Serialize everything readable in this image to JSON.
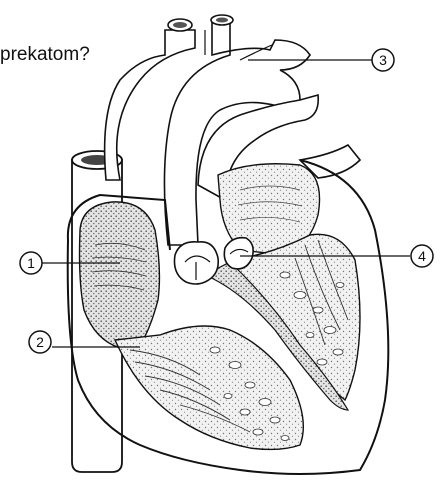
{
  "question": {
    "text": "prekatom?"
  },
  "labels": [
    {
      "number": "1"
    },
    {
      "number": "2"
    },
    {
      "number": "3"
    },
    {
      "number": "4"
    }
  ],
  "colors": {
    "ink": "#111111",
    "shade": "#d9d9d9",
    "background": "#ffffff"
  }
}
